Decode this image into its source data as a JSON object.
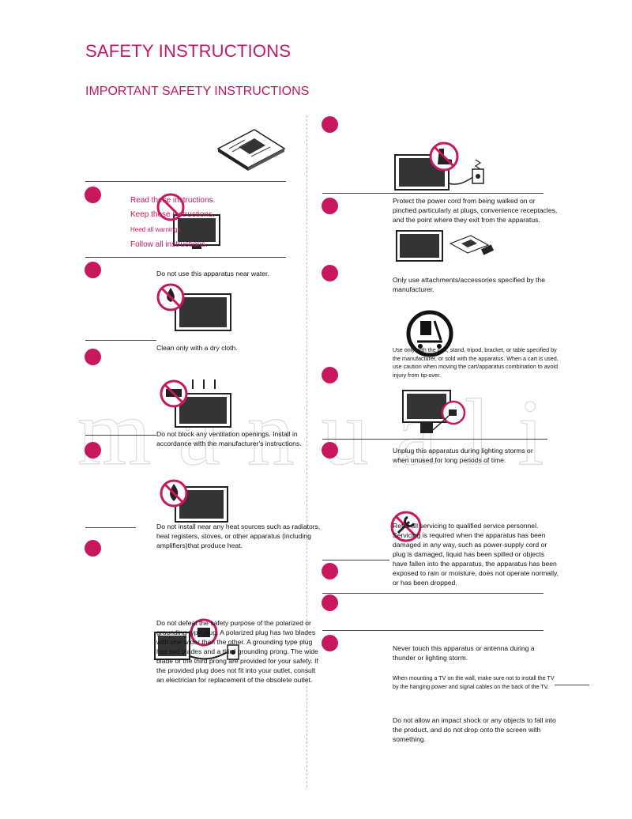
{
  "page": {
    "title": "SAFETY INSTRUCTIONS",
    "subtitle": "IMPORTANT SAFETY INSTRUCTIONS",
    "watermark": "manuali"
  },
  "left": {
    "read_lines": [
      "Read these instructions.",
      "Keep these instructions.",
      "Heed all warnings.",
      "Follow all instructions."
    ],
    "water": "Do not use this apparatus near water.",
    "dry_cloth": "Clean only with a dry cloth.",
    "ventilation": "Do not block any ventilation openings. Install in accordance with the manufacturer's instructions.",
    "heat": "Do not install near any heat sources such as radiators, heat registers, stoves, or other apparatus (including amplifiers)that produce heat.",
    "plug": "Do not defeat the safety purpose of the polarized or grounding-type plug. A polarized plug has two blades with one wider than the other. A grounding type plug has two blades and a third grounding prong. The wide blade or the third prong are provided for your safety. If the provided plug does not fit into your outlet, consult an electrician for replacement of the obsolete outlet."
  },
  "right": {
    "cord": "Protect the power cord from being walked on or pinched particularly at plugs, convenience receptacles, and the point where they exit from the apparatus.",
    "attachments": "Only use attachments/accessories specified by the manufacturer.",
    "cart": "Use only with the cart, stand, tripod, bracket, or table specified by the manufacturer, or sold with the apparatus. When a cart is used, use caution when moving the cart/apparatus combination to avoid injury from tip-over.",
    "unplug": "Unplug this apparatus during lighting storms or when unused for long periods of time.",
    "servicing": "Refer all servicing to qualified service personnel. Servicing is required when the apparatus has been damaged in any way, such as power-supply cord or plug is damaged, liquid has been spilled or objects have fallen into the apparatus, the apparatus has been exposed to rain or moisture, does not operate normally, or has been dropped.",
    "antenna": "Never touch this apparatus or antenna during a thunder or lighting storm.",
    "wall": "When mounting a TV on the wall, make sure not to install the TV by the hanging power and signal cables on the back of the TV.",
    "impact": "Do not allow an impact shock or any objects to fall into the product, and do not drop onto the screen with something."
  },
  "colors": {
    "accent": "#c8175d",
    "text": "#111111"
  }
}
